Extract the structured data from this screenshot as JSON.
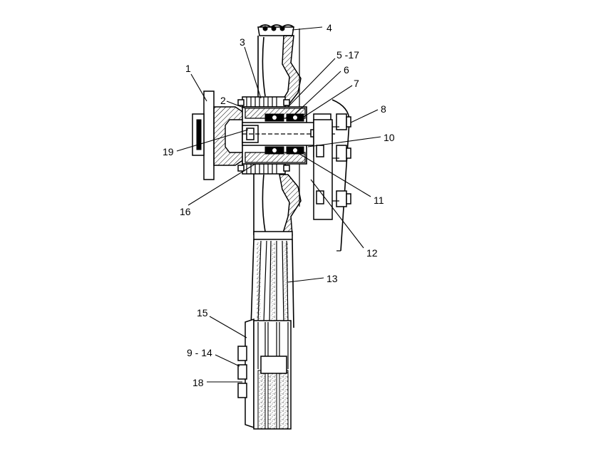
{
  "labels": {
    "l1": "1",
    "l2": "2",
    "l3": "3",
    "l4": "4",
    "l5_17": "5 -17",
    "l6": "6",
    "l7": "7",
    "l8": "8",
    "l9_14": "9 - 14",
    "l10": "10",
    "l11": "11",
    "l12": "12",
    "l13": "13",
    "l15": "15",
    "l16": "16",
    "l18": "18",
    "l19": "19"
  }
}
